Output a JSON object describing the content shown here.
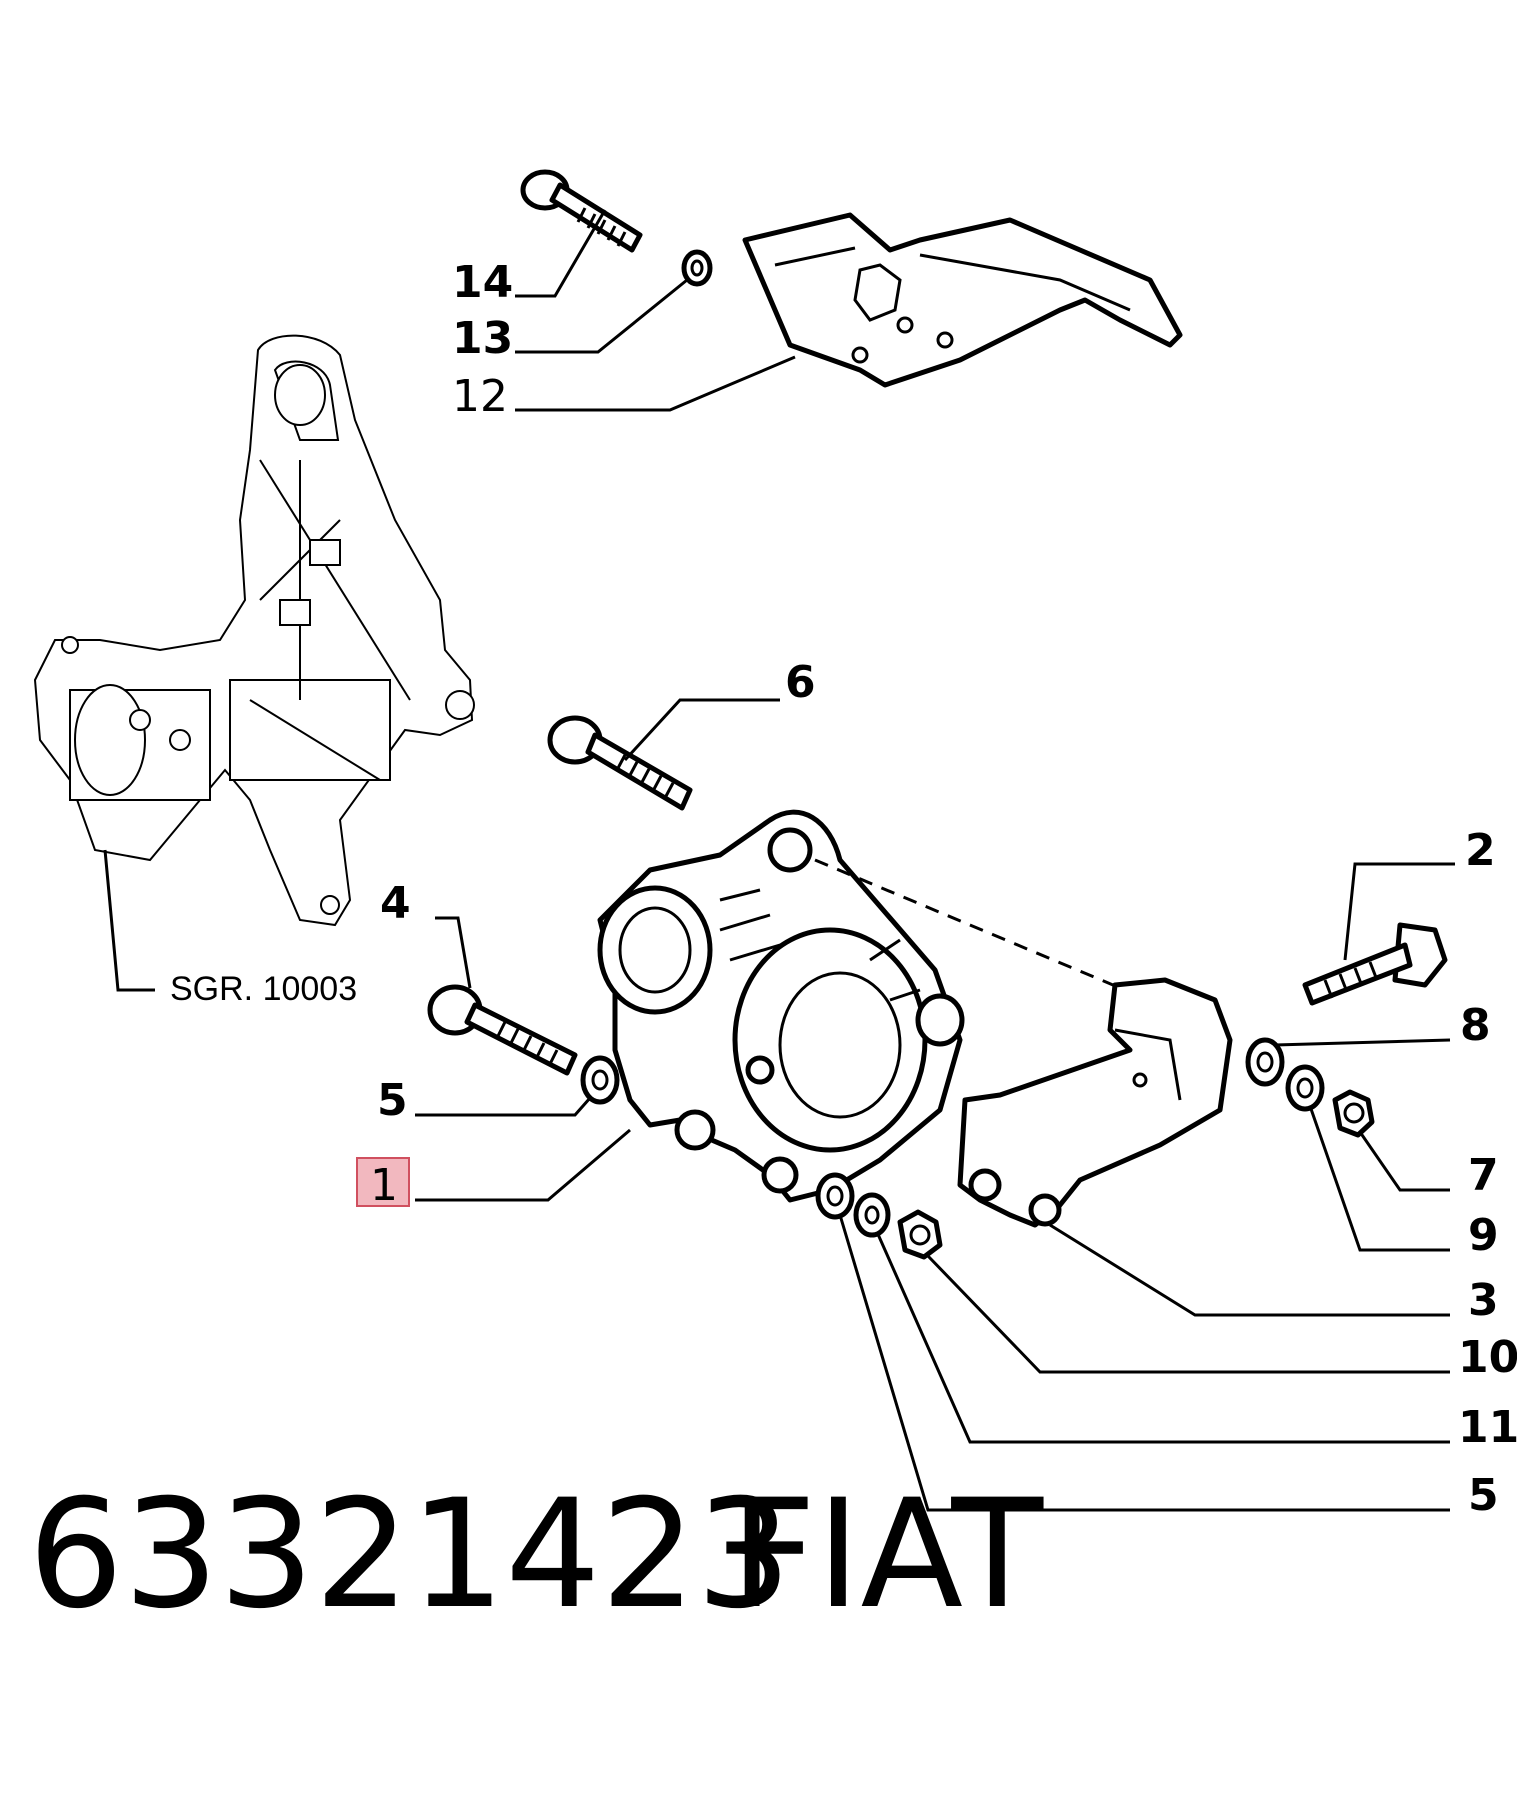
{
  "diagram": {
    "labels": {
      "l14": "14",
      "l13": "13",
      "l12": "12",
      "l6": "6",
      "l4": "4",
      "l5a": "5",
      "l1": "1",
      "l2": "2",
      "l8": "8",
      "l7": "7",
      "l9": "9",
      "l3": "3",
      "l10": "10",
      "l11": "11",
      "l5b": "5"
    },
    "group_ref": "SGR. 10003",
    "highlight_color": "#e8a0a8"
  },
  "footer": {
    "part_number": "63321423",
    "brand": "FIAT"
  }
}
